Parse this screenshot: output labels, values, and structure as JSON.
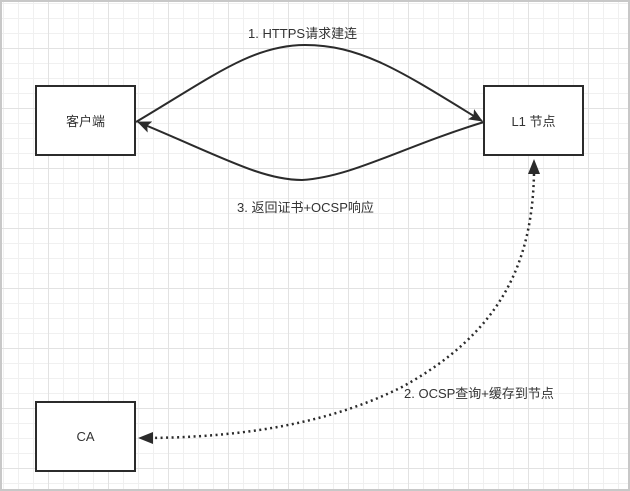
{
  "diagram": {
    "nodes": [
      {
        "id": "client",
        "label": "客户端"
      },
      {
        "id": "l1",
        "label": "L1 节点"
      },
      {
        "id": "ca",
        "label": "CA"
      }
    ],
    "edges": [
      {
        "from": "client",
        "to": "l1",
        "label": "1. HTTPS请求建连",
        "style": "solid",
        "step": 1
      },
      {
        "from": "l1",
        "to": "ca",
        "label": "2. OCSP查询+缓存到节点",
        "style": "dotted",
        "bidirectional": true,
        "step": 2
      },
      {
        "from": "l1",
        "to": "client",
        "label": "3. 返回证书+OCSP响应",
        "style": "solid",
        "step": 3
      }
    ],
    "colors": {
      "stroke": "#2b2b2b",
      "text": "#333333",
      "grid": "#e2e2e2",
      "background": "#ffffff"
    }
  }
}
